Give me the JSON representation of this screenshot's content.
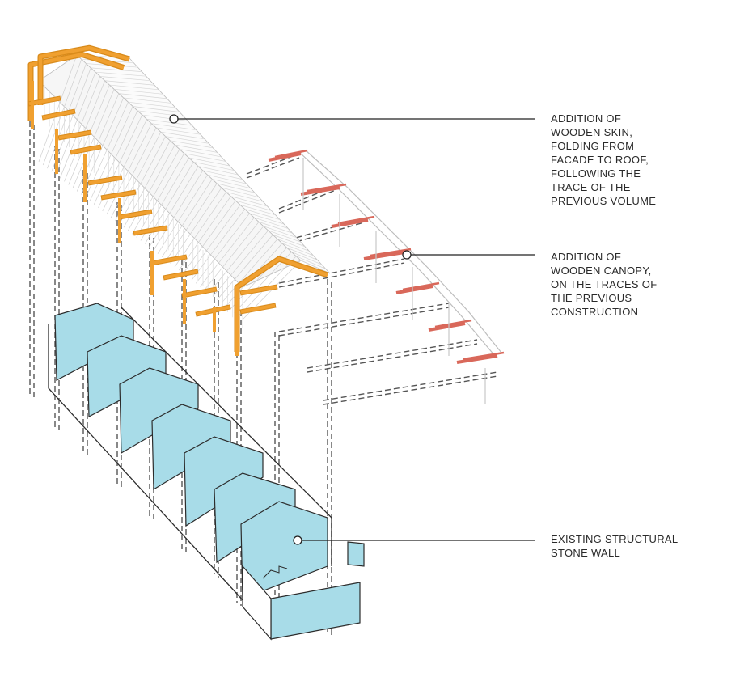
{
  "annotations": {
    "skin": {
      "lines": [
        "ADDITION OF",
        "WOODEN SKIN,",
        "FOLDING FROM",
        "FACADE TO ROOF,",
        "FOLLOWING THE",
        "TRACE OF THE",
        "PREVIOUS VOLUME"
      ]
    },
    "canopy": {
      "lines": [
        "ADDITION OF",
        "WOODEN CANOPY,",
        "ON THE TRACES OF",
        "THE PREVIOUS",
        "CONSTRUCTION"
      ]
    },
    "wall": {
      "lines": [
        "EXISTING STRUCTURAL",
        "STONE WALL"
      ]
    }
  },
  "colors": {
    "timber_frame": "#f0a030",
    "timber_frame_edge": "#d88a1a",
    "stone_wall": "#a8dce8",
    "canopy_beam": "#d9685a",
    "roof_skin": "#f6f6f6",
    "line": "#3c3c3c"
  }
}
